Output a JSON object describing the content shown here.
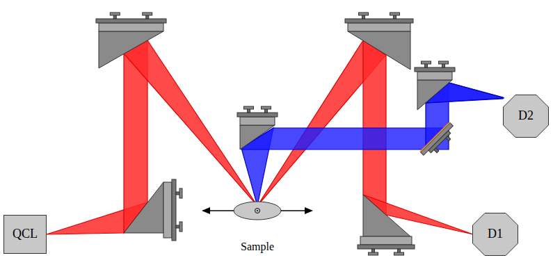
{
  "diagram": {
    "nodes": [
      {
        "text": [
          "QCL"
        ]
      },
      {
        "text": [
          "Sample"
        ]
      },
      {
        "text": [
          "D1"
        ]
      },
      {
        "text": [
          "D2"
        ]
      }
    ]
  }
}
